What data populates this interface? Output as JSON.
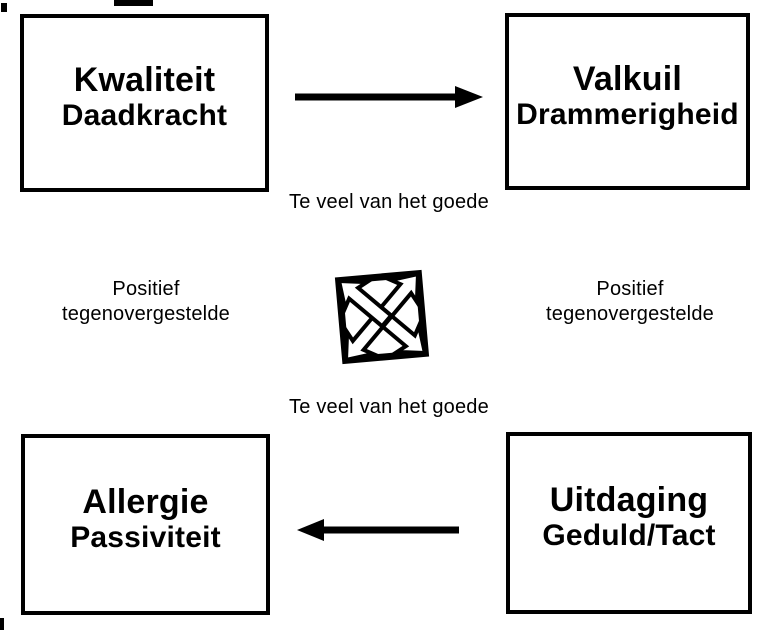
{
  "page": {
    "background": "#ffffff",
    "ink": "#000000"
  },
  "quadrant_boxes": [
    {
      "name": "kwaliteit",
      "line1": "Kwaliteit",
      "line2": "Daadkracht"
    },
    {
      "name": "valkuil",
      "line1": "Valkuil",
      "line2": "Drammerigheid"
    },
    {
      "name": "allergie",
      "line1": "Allergie",
      "line2": "Passiviteit"
    },
    {
      "name": "uitdaging",
      "line1": "Uitdaging",
      "line2": "Geduld/Tact"
    }
  ],
  "arrow_labels": {
    "top": "Te veel van het goede",
    "bottom": "Te veel van het goede"
  },
  "opposite_labels": {
    "left": {
      "line1": "Positief",
      "line2": "tegenovergestelde"
    },
    "right": {
      "line1": "Positief",
      "line2": "tegenovergestelde"
    }
  },
  "icons": {
    "center": "four-diagonal-arrows-icon"
  }
}
